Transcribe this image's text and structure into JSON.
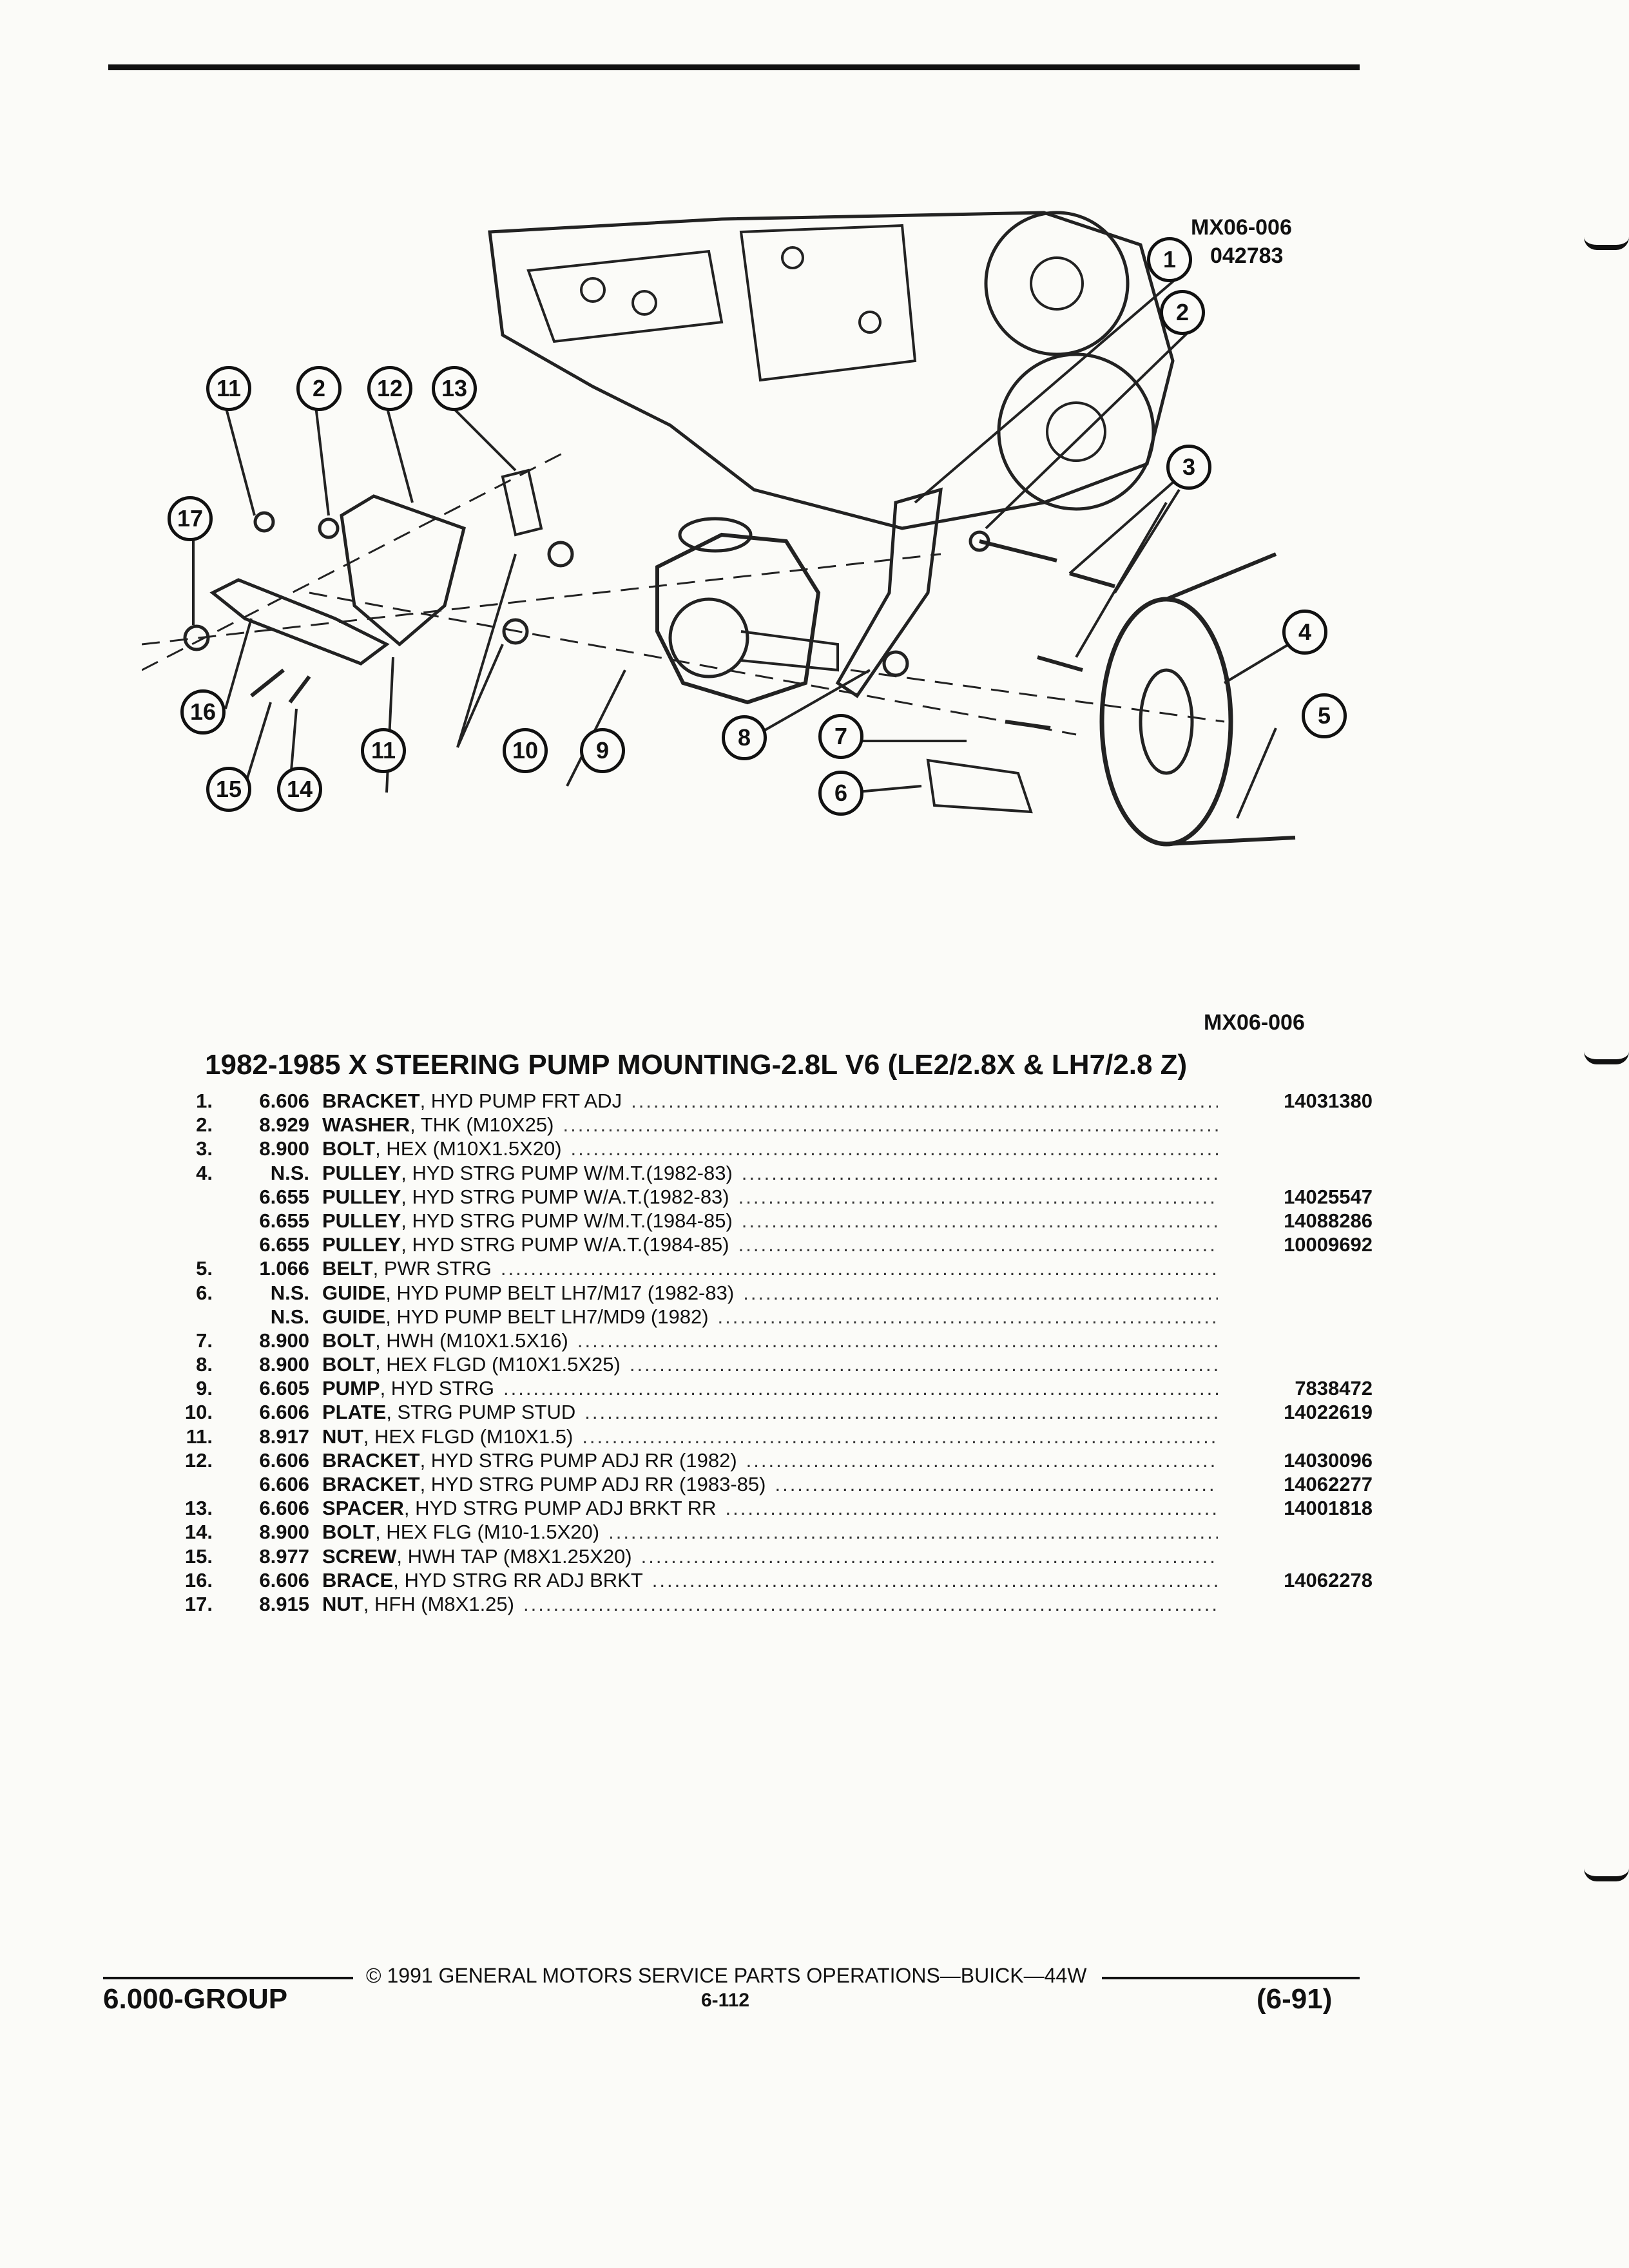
{
  "diagram": {
    "codes": [
      "MX06-006",
      "042783"
    ],
    "callouts": [
      "1",
      "2",
      "2",
      "3",
      "4",
      "5",
      "6",
      "7",
      "8",
      "9",
      "10",
      "11",
      "11",
      "12",
      "13",
      "14",
      "15",
      "16",
      "17"
    ]
  },
  "figure_ref": "MX06-006",
  "section_title": "1982-1985 X STEERING PUMP MOUNTING-2.8L V6 (LE2/2.8X & LH7/2.8 Z)",
  "parts": [
    {
      "no": "1.",
      "code": "6.606",
      "name": "BRACKET",
      "detail": ", HYD PUMP FRT ADJ",
      "part": "14031380"
    },
    {
      "no": "2.",
      "code": "8.929",
      "name": "WASHER",
      "detail": ", THK (M10X25)",
      "part": ""
    },
    {
      "no": "3.",
      "code": "8.900",
      "name": "BOLT",
      "detail": ", HEX (M10X1.5X20)",
      "part": ""
    },
    {
      "no": "4.",
      "code": "N.S.",
      "name": "PULLEY",
      "detail": ", HYD STRG PUMP W/M.T.(1982-83)",
      "part": ""
    },
    {
      "no": "",
      "code": "6.655",
      "name": "PULLEY",
      "detail": ", HYD STRG PUMP W/A.T.(1982-83)",
      "part": "14025547"
    },
    {
      "no": "",
      "code": "6.655",
      "name": "PULLEY",
      "detail": ", HYD STRG PUMP W/M.T.(1984-85)",
      "part": "14088286"
    },
    {
      "no": "",
      "code": "6.655",
      "name": "PULLEY",
      "detail": ", HYD STRG PUMP W/A.T.(1984-85)",
      "part": "10009692"
    },
    {
      "no": "5.",
      "code": "1.066",
      "name": "BELT",
      "detail": ", PWR STRG",
      "part": ""
    },
    {
      "no": "6.",
      "code": "N.S.",
      "name": "GUIDE",
      "detail": ", HYD PUMP BELT LH7/M17 (1982-83)",
      "part": ""
    },
    {
      "no": "",
      "code": "N.S.",
      "name": "GUIDE",
      "detail": ", HYD PUMP BELT LH7/MD9 (1982)",
      "part": ""
    },
    {
      "no": "7.",
      "code": "8.900",
      "name": "BOLT",
      "detail": ", HWH (M10X1.5X16)",
      "part": ""
    },
    {
      "no": "8.",
      "code": "8.900",
      "name": "BOLT",
      "detail": ", HEX FLGD (M10X1.5X25)",
      "part": ""
    },
    {
      "no": "9.",
      "code": "6.605",
      "name": "PUMP",
      "detail": ", HYD STRG",
      "part": "7838472"
    },
    {
      "no": "10.",
      "code": "6.606",
      "name": "PLATE",
      "detail": ", STRG PUMP STUD",
      "part": "14022619"
    },
    {
      "no": "11.",
      "code": "8.917",
      "name": "NUT",
      "detail": ", HEX FLGD (M10X1.5)",
      "part": ""
    },
    {
      "no": "12.",
      "code": "6.606",
      "name": "BRACKET",
      "detail": ", HYD STRG PUMP ADJ RR (1982)",
      "part": "14030096"
    },
    {
      "no": "",
      "code": "6.606",
      "name": "BRACKET",
      "detail": ", HYD STRG PUMP ADJ RR (1983-85)",
      "part": "14062277"
    },
    {
      "no": "13.",
      "code": "6.606",
      "name": "SPACER",
      "detail": ", HYD STRG PUMP ADJ BRKT RR",
      "part": "14001818"
    },
    {
      "no": "14.",
      "code": "8.900",
      "name": "BOLT",
      "detail": ", HEX FLG (M10-1.5X20)",
      "part": ""
    },
    {
      "no": "15.",
      "code": "8.977",
      "name": "SCREW",
      "detail": ", HWH TAP (M8X1.25X20)",
      "part": ""
    },
    {
      "no": "16.",
      "code": "6.606",
      "name": "BRACE",
      "detail": ", HYD STRG RR ADJ BRKT",
      "part": "14062278"
    },
    {
      "no": "17.",
      "code": "8.915",
      "name": "NUT",
      "detail": ", HFH (M8X1.25)",
      "part": ""
    }
  ],
  "footer": {
    "copyright": "© 1991 GENERAL MOTORS SERVICE PARTS OPERATIONS—BUICK—44W",
    "group": "6.000-GROUP",
    "page": "6-112",
    "revision": "(6-91)"
  }
}
